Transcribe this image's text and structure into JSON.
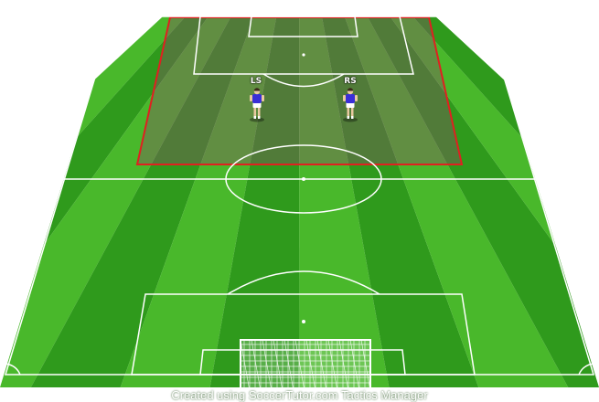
{
  "credit": "Created using SoccerTutor.com Tactics Manager",
  "players": [
    {
      "label": "LS",
      "shirt_color": "#3a2fd6",
      "shorts_color": "#ffffff"
    },
    {
      "label": "RS",
      "shirt_color": "#3a2fd6",
      "shorts_color": "#ffffff"
    }
  ],
  "colors": {
    "grass_light": "#49b82b",
    "grass_dark": "#2f9a1c",
    "lines": "#ffffff",
    "zone_border": "#e02020",
    "zone_fill": "#8a4a6a"
  }
}
